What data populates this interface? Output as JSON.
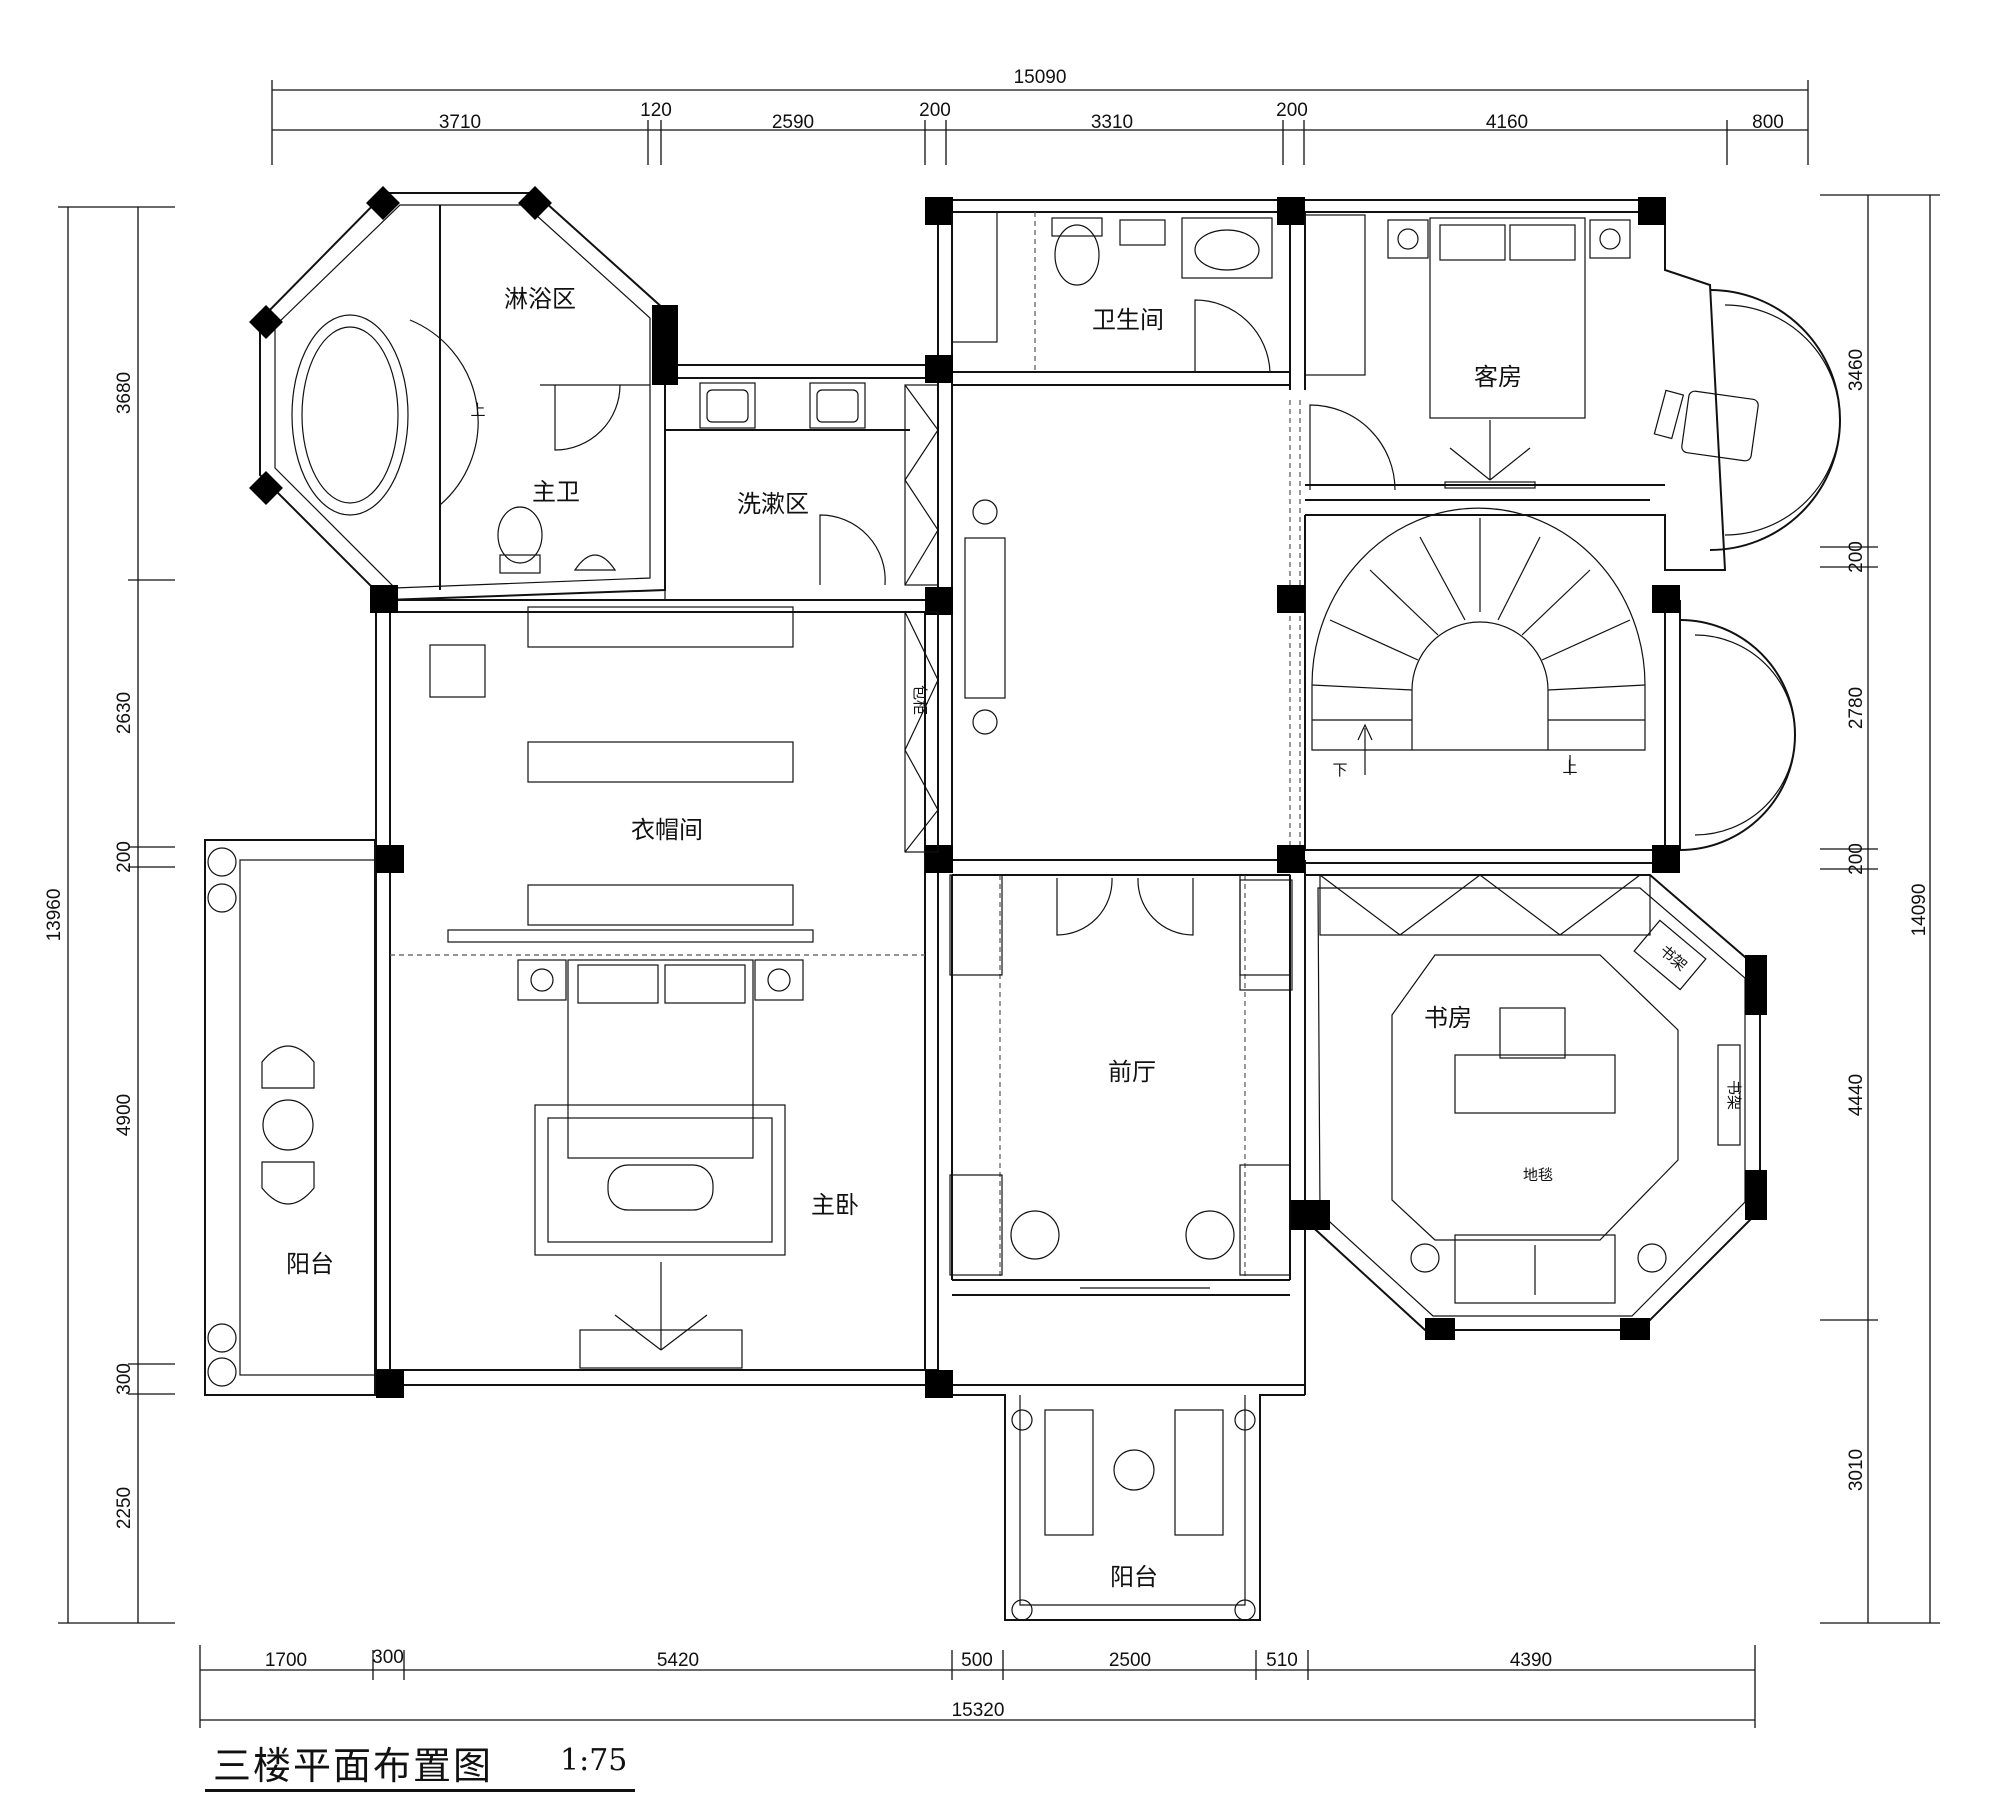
{
  "drawing": {
    "title": "三楼平面布置图",
    "scale": "1:75"
  },
  "rooms": {
    "shower": "淋浴区",
    "master_bath": "主卫",
    "washing": "洗漱区",
    "toilet": "卫生间",
    "guest_room": "客房",
    "cloakroom": "衣帽间",
    "master_bedroom": "主卧",
    "balcony_west": "阳台",
    "foyer": "前厅",
    "study": "书房",
    "balcony_south": "阳台"
  },
  "labels": {
    "up_bath": "上",
    "stair_down": "下",
    "stair_up": "上",
    "cabinet": "包柜",
    "bookshelf_1": "书架",
    "bookshelf_2": "书架",
    "carpet": "地毯"
  },
  "dimensions": {
    "top_total": "15090",
    "top": [
      "3710",
      "120",
      "2590",
      "200",
      "3310",
      "200",
      "4160",
      "800"
    ],
    "bottom_total": "15320",
    "bottom": [
      "1700",
      "300",
      "5420",
      "500",
      "2500",
      "510",
      "4390"
    ],
    "left_total": "13960",
    "left": [
      "3680",
      "2630",
      "200",
      "4900",
      "300",
      "2250"
    ],
    "right_total": "14090",
    "right": [
      "3460",
      "200",
      "2780",
      "200",
      "4440",
      "3010"
    ]
  }
}
